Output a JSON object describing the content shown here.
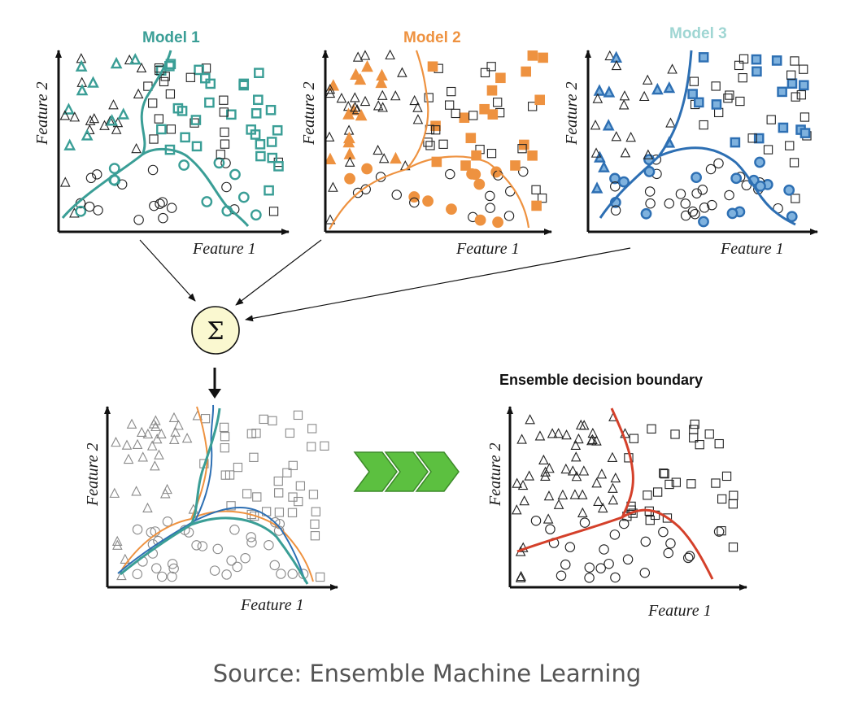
{
  "panels": [
    {
      "title": "Model 1",
      "xlabel": "Feature 1",
      "ylabel": "Feature 2",
      "color": "#3a9e96"
    },
    {
      "title": "Model 2",
      "xlabel": "Feature 1",
      "ylabel": "Feature 2",
      "color": "#ee9240"
    },
    {
      "title": "Model 3",
      "xlabel": "Feature 1",
      "ylabel": "Feature 2",
      "color": "#2d6fb3"
    },
    {
      "title": "",
      "xlabel": "Feature 1",
      "ylabel": "Feature 2"
    },
    {
      "title": "Ensemble decision boundary",
      "xlabel": "Feature 1",
      "ylabel": "Feature 2",
      "color": "#d4402a"
    }
  ],
  "title_colors": [
    "#3a9e96",
    "#ee9240",
    "#9fd6d3"
  ],
  "combiner": {
    "symbol": "Σ",
    "fill": "#faf8d0"
  },
  "arrow_chevron_color": "#5cc040",
  "source": "Source: Ensemble Machine Learning",
  "classes": [
    "triangle",
    "square",
    "circle"
  ]
}
